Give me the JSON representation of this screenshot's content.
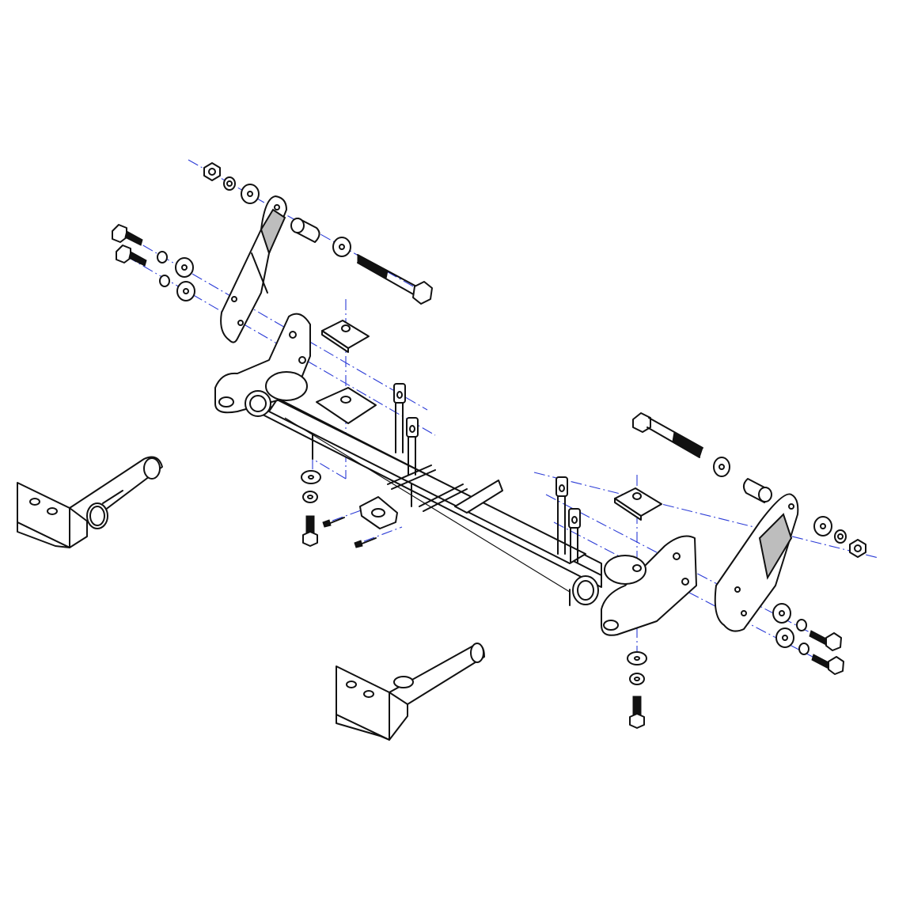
{
  "diagram": {
    "colors": {
      "line": "#111111",
      "axis": "#2b3bd6",
      "background": "#ffffff"
    },
    "components": [
      "main-crossbar",
      "left-side-bracket",
      "right-side-bracket",
      "left-mounting-plate",
      "right-mounting-plate",
      "tow-tab-left",
      "tow-tab-right",
      "long-bolt",
      "spacer-sleeve",
      "flat-washer",
      "lock-washer",
      "hex-nut",
      "hex-bolt",
      "backing-plate",
      "hook-bolt",
      "threaded-rod",
      "splice-plate",
      "self-tapping-screw"
    ]
  }
}
